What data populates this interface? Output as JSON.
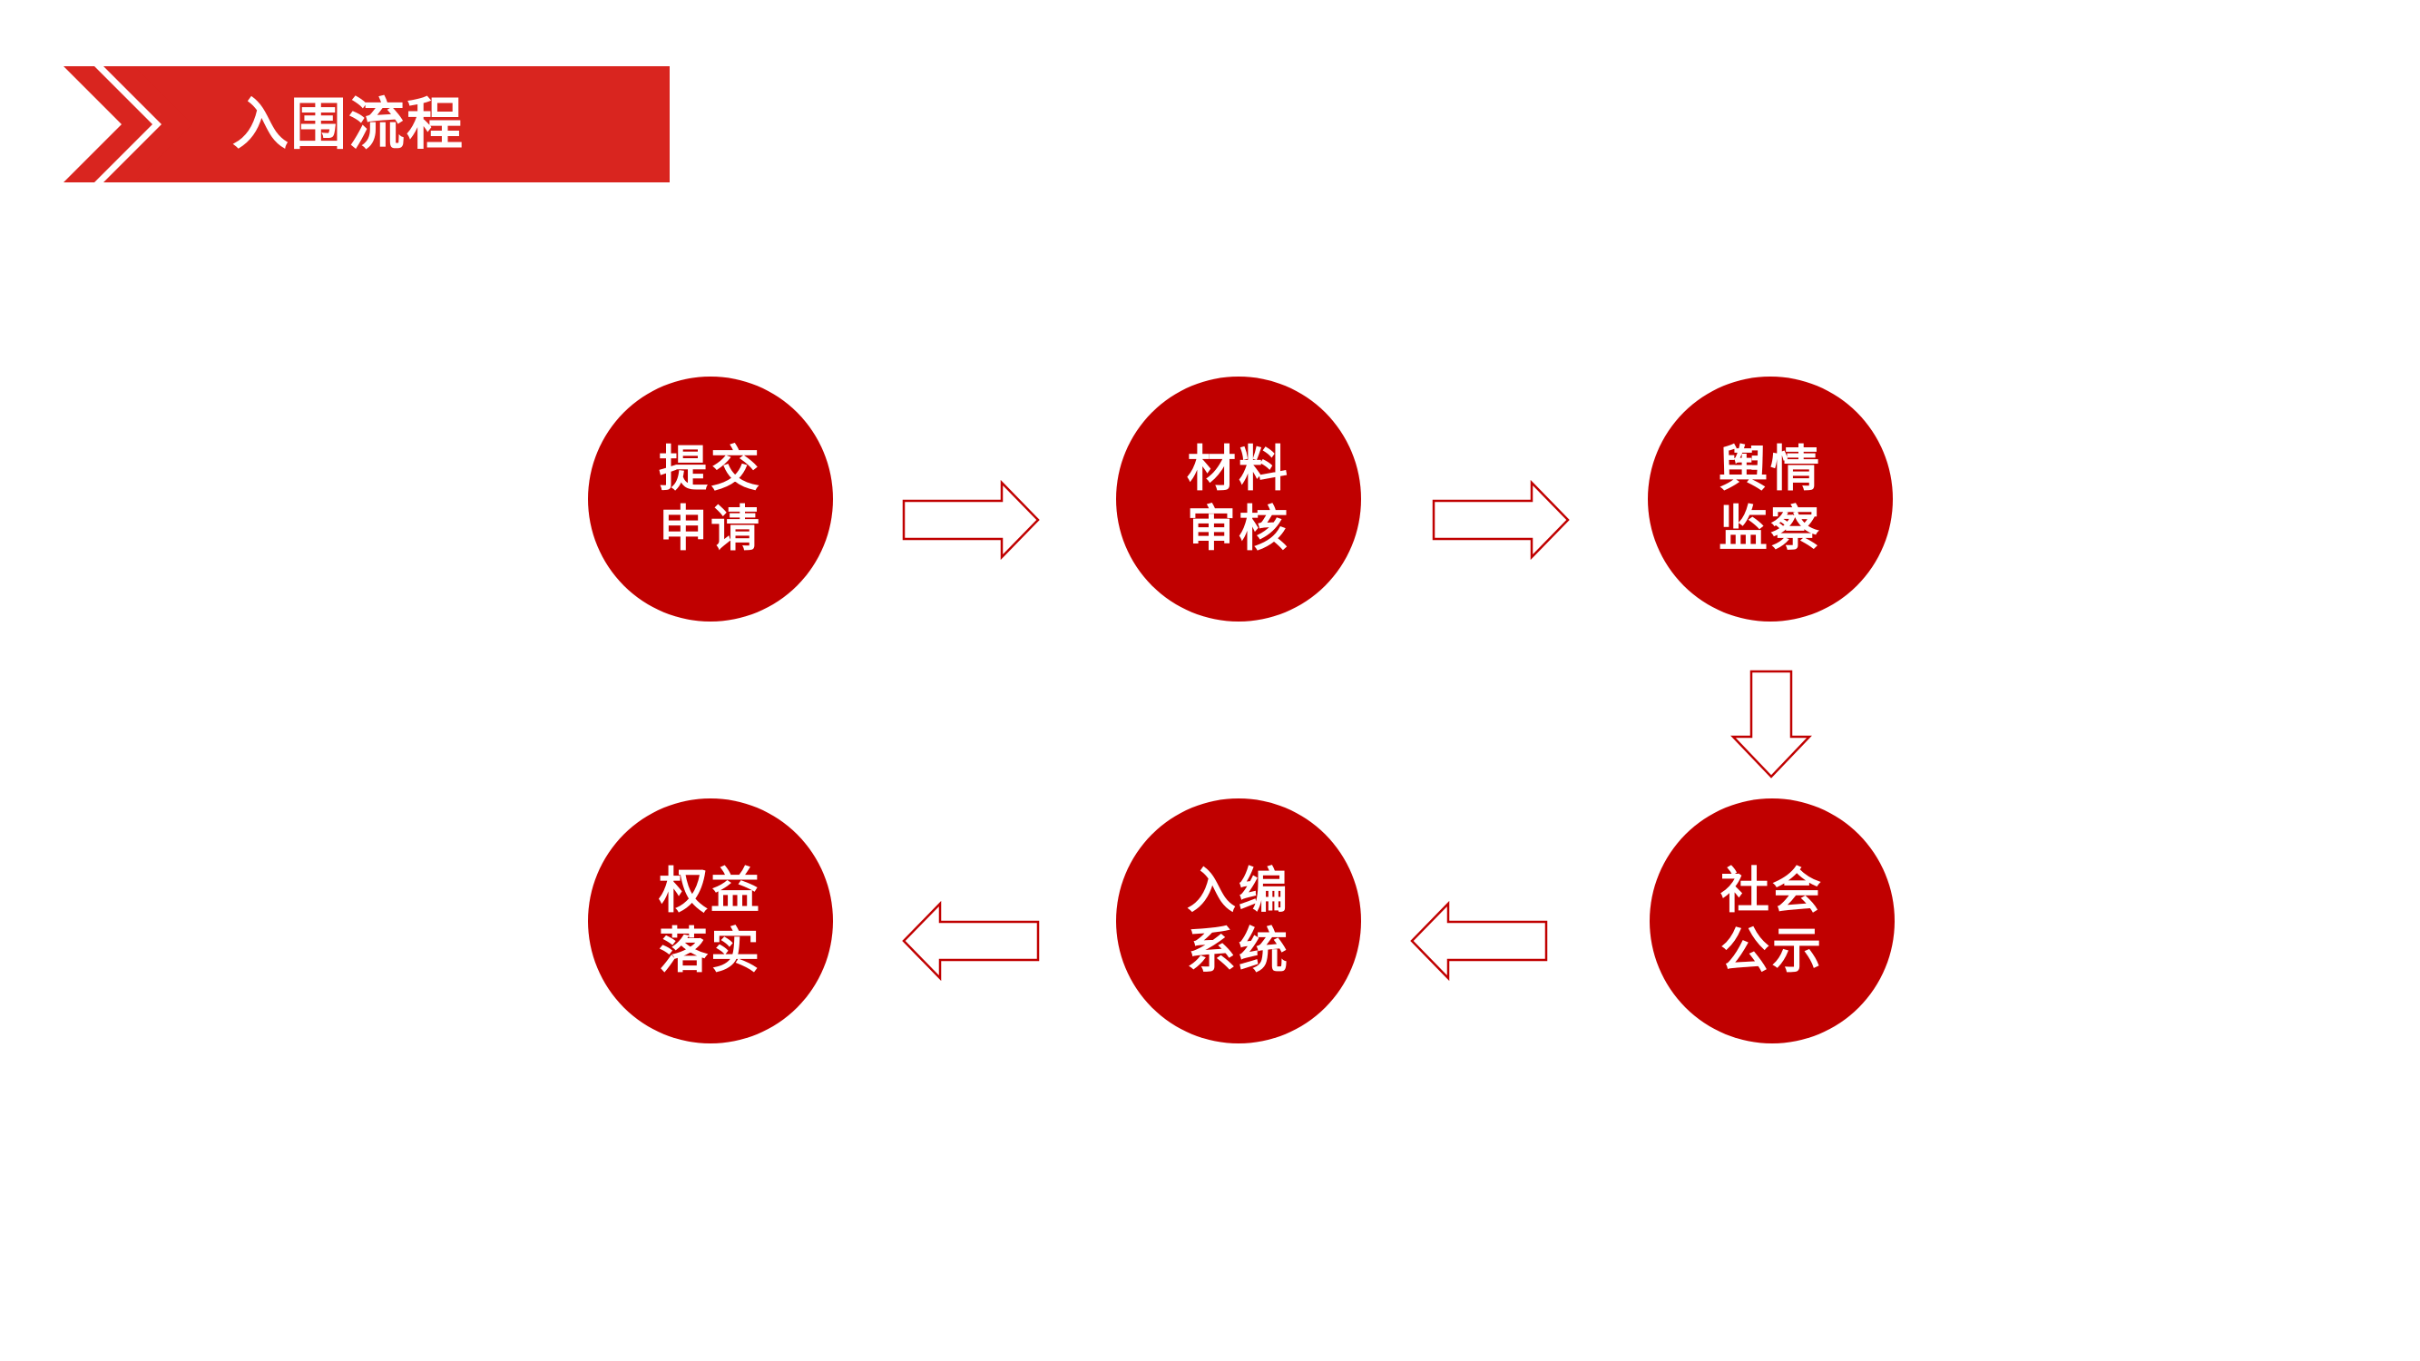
{
  "header": {
    "title": "入围流程"
  },
  "colors": {
    "accent": "#c00000",
    "banner": "#d9251f",
    "background": "#ffffff"
  },
  "flow": {
    "steps": [
      {
        "line1": "提交",
        "line2": "申请"
      },
      {
        "line1": "材料",
        "line2": "审核"
      },
      {
        "line1": "舆情",
        "line2": "监察"
      },
      {
        "line1": "社会",
        "line2": "公示"
      },
      {
        "line1": "入编",
        "line2": "系统"
      },
      {
        "line1": "权益",
        "line2": "落实"
      }
    ],
    "arrows": [
      "right-arrow",
      "right-arrow",
      "down-arrow",
      "left-arrow",
      "left-arrow"
    ]
  }
}
